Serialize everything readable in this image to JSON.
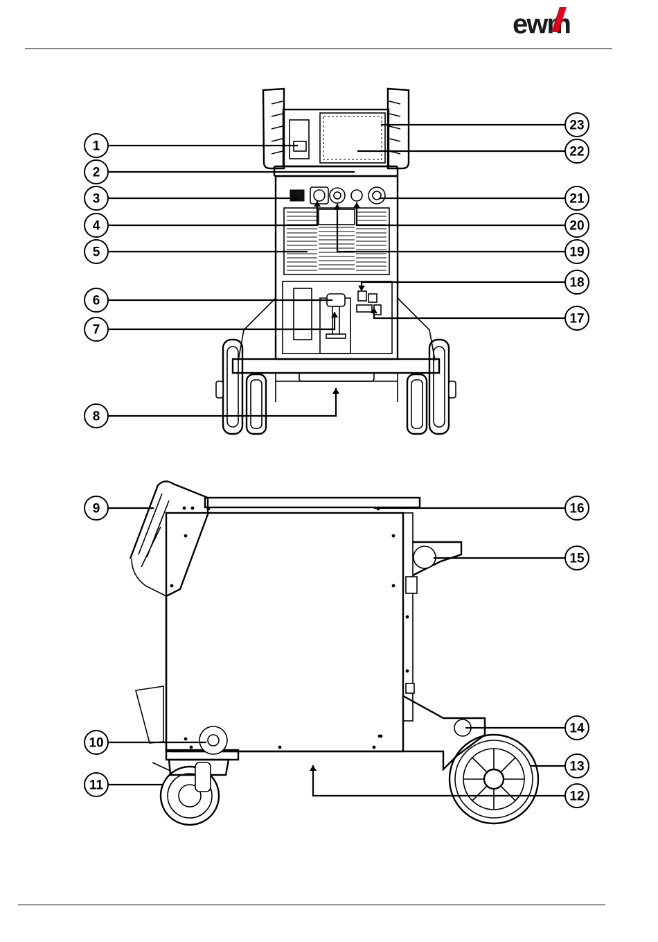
{
  "brand": {
    "logo_text": "ewm",
    "accent_color": "#e2001a"
  },
  "callouts": {
    "front_view": [
      "1",
      "2",
      "3",
      "4",
      "5",
      "6",
      "7",
      "8",
      "23",
      "22",
      "21",
      "20",
      "19",
      "18",
      "17"
    ],
    "side_view": [
      "9",
      "10",
      "11",
      "16",
      "15",
      "14",
      "13",
      "12"
    ]
  }
}
